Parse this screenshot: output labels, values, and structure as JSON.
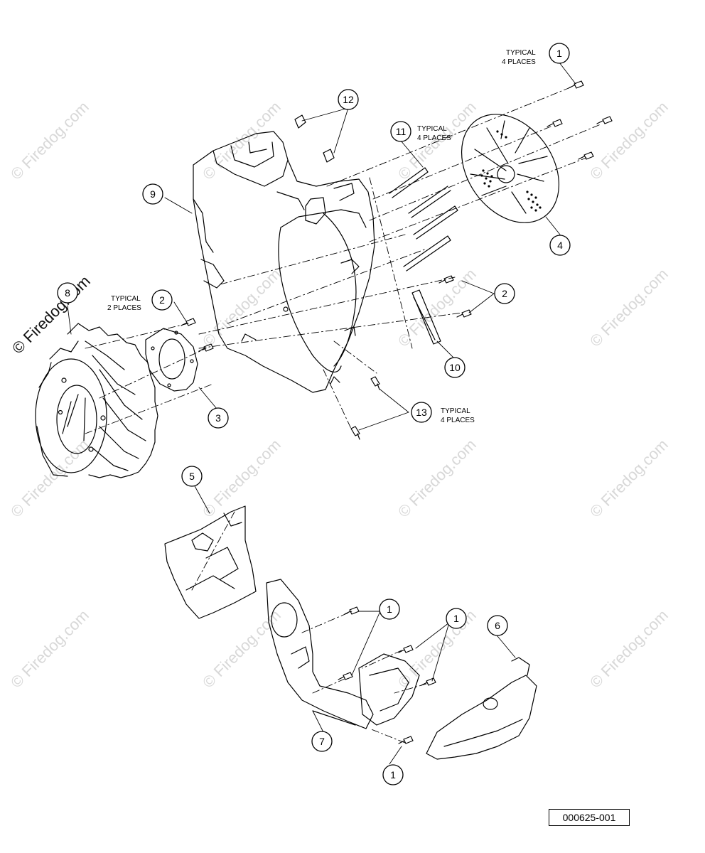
{
  "watermark": {
    "text": "© Firedog.com",
    "prominent_text": "© Firedog.com"
  },
  "drawing_id": "000625-001",
  "callouts": [
    {
      "num": "1"
    },
    {
      "num": "12"
    },
    {
      "num": "11"
    },
    {
      "num": "9"
    },
    {
      "num": "4"
    },
    {
      "num": "8"
    },
    {
      "num": "2"
    },
    {
      "num": "2"
    },
    {
      "num": "10"
    },
    {
      "num": "3"
    },
    {
      "num": "13"
    },
    {
      "num": "5"
    },
    {
      "num": "1"
    },
    {
      "num": "1"
    },
    {
      "num": "6"
    },
    {
      "num": "7"
    },
    {
      "num": "1"
    }
  ],
  "notes": {
    "typical_4_top": [
      "TYPICAL",
      "4 PLACES"
    ],
    "typical_4_eleven": [
      "TYPICAL",
      "4 PLACES"
    ],
    "typical_2": [
      "TYPICAL",
      "2 PLACES"
    ],
    "typical_4_thirteen": [
      "TYPICAL",
      "4 PLACES"
    ]
  },
  "colors": {
    "line": "#000000",
    "watermark": "#d8d8d8",
    "background": "#ffffff"
  }
}
